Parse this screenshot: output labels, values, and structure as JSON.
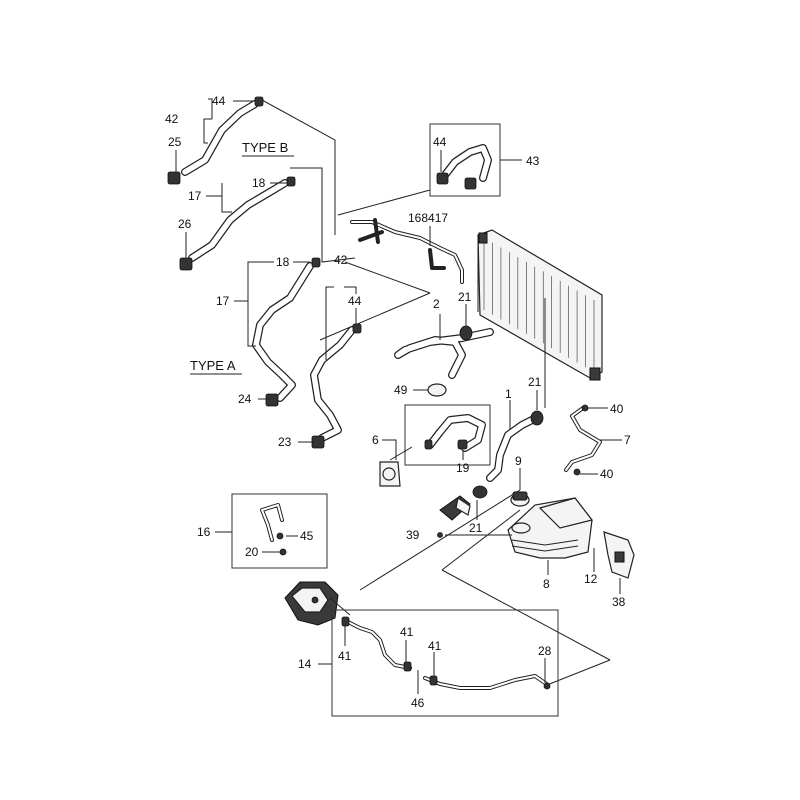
{
  "type_labels": {
    "type_b": "TYPE B",
    "type_a": "TYPE A"
  },
  "callouts": {
    "c44_top": "44",
    "c42_top": "42",
    "c25": "25",
    "c18_b": "18",
    "c17_b": "17",
    "c26": "26",
    "c44_box": "44",
    "c43": "43",
    "c168417": "168417",
    "c18_a": "18",
    "c17_a": "17",
    "c42_a": "42",
    "c44_a": "44",
    "c24": "24",
    "c23": "23",
    "c2": "2",
    "c21_top": "21",
    "c49": "49",
    "c1": "1",
    "c21_mid": "21",
    "c40_top": "40",
    "c7": "7",
    "c40_bot": "40",
    "c6": "6",
    "c19": "19",
    "c9": "9",
    "c21_bot": "21",
    "c39": "39",
    "c8": "8",
    "c12": "12",
    "c38": "38",
    "c16": "16",
    "c45": "45",
    "c20": "20",
    "c14": "14",
    "c41_a": "41",
    "c41_b": "41",
    "c41_c": "41",
    "c46": "46",
    "c28": "28"
  }
}
